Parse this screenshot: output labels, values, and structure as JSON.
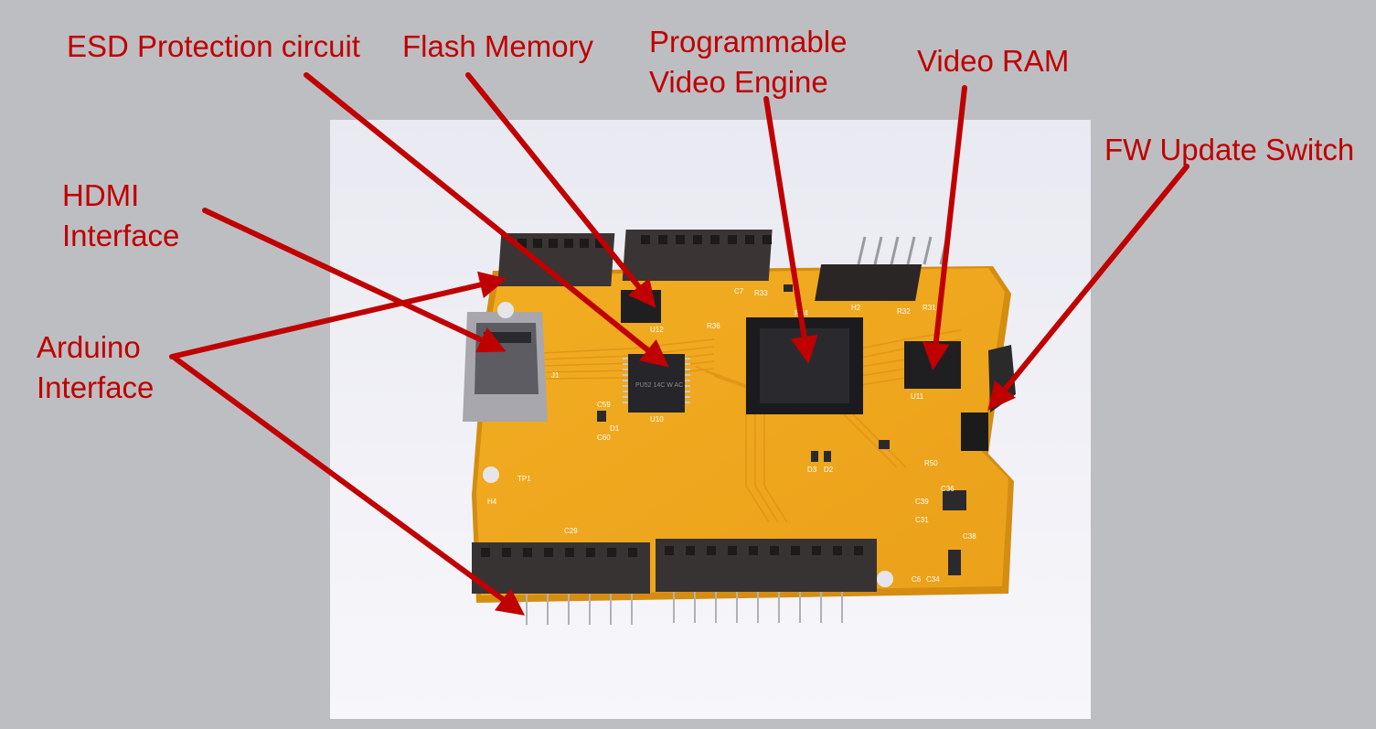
{
  "accent_color": "#c00000",
  "labels": {
    "esd": "ESD Protection circuit",
    "flash": "Flash Memory",
    "pve_line1": "Programmable",
    "pve_line2": "Video Engine",
    "vram": "Video RAM",
    "fw_switch": "FW Update Switch",
    "hdmi_line1": "HDMI",
    "hdmi_line2": "Interface",
    "arduino_line1": "Arduino",
    "arduino_line2": "Interface"
  },
  "board": {
    "pcb_color": "#f0a81e",
    "silkscreen": {
      "u12": "U12",
      "u10": "U10",
      "u11": "U11",
      "j1": "J1",
      "h2": "H2",
      "h4": "H4",
      "tp1": "TP1",
      "c29": "C29",
      "c60": "C60",
      "c59": "C59",
      "d1": "D1",
      "d3": "D3",
      "d2": "D2",
      "r50": "R50",
      "r36": "R36",
      "r34": "R34",
      "r33": "R33",
      "r32": "R32",
      "r31": "R31",
      "c7": "C7",
      "c36": "C36",
      "c39": "C39",
      "c31": "C31",
      "c38": "C38",
      "c34": "C34",
      "c6": "C6",
      "ic_text": "PU52 14C W AC"
    }
  }
}
